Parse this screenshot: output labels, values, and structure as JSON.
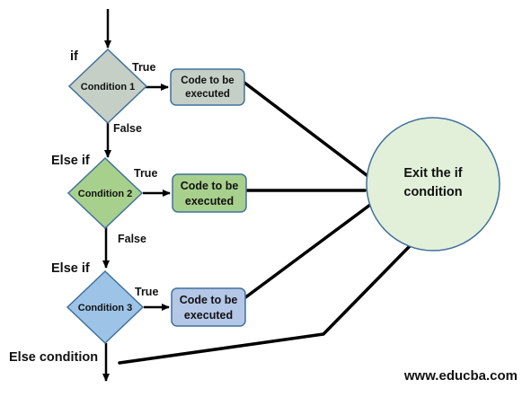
{
  "diagram": {
    "labels": {
      "if": "if",
      "else_if_1": "Else if",
      "else_if_2": "Else if",
      "else_condition": "Else condition"
    },
    "conditions": [
      {
        "text": "Condition 1",
        "fill": "#c5cfc5"
      },
      {
        "text": "Condition 2",
        "fill": "#a8d08d"
      },
      {
        "text": "Condition 3",
        "fill": "#9dc3e6"
      }
    ],
    "code_boxes": [
      {
        "text_line1": "Code to be",
        "text_line2": "executed",
        "fill": "#c5cfc5"
      },
      {
        "text_line1": "Code to be",
        "text_line2": "executed",
        "fill": "#a8d08d"
      },
      {
        "text_line1": "Code to be",
        "text_line2": "executed",
        "fill": "#b4c7e7"
      }
    ],
    "branch_labels": {
      "true_1": "True",
      "false_1": "False",
      "true_2": "True",
      "false_2": "False",
      "true_3": "True"
    },
    "exit": {
      "line1": "Exit the if",
      "line2": "condition",
      "fill": "#e2f0d9"
    },
    "watermark": "www.educba.com",
    "colors": {
      "line": "#000000",
      "diamond_stroke": "#41719c",
      "box_stroke": "#41719c"
    }
  }
}
